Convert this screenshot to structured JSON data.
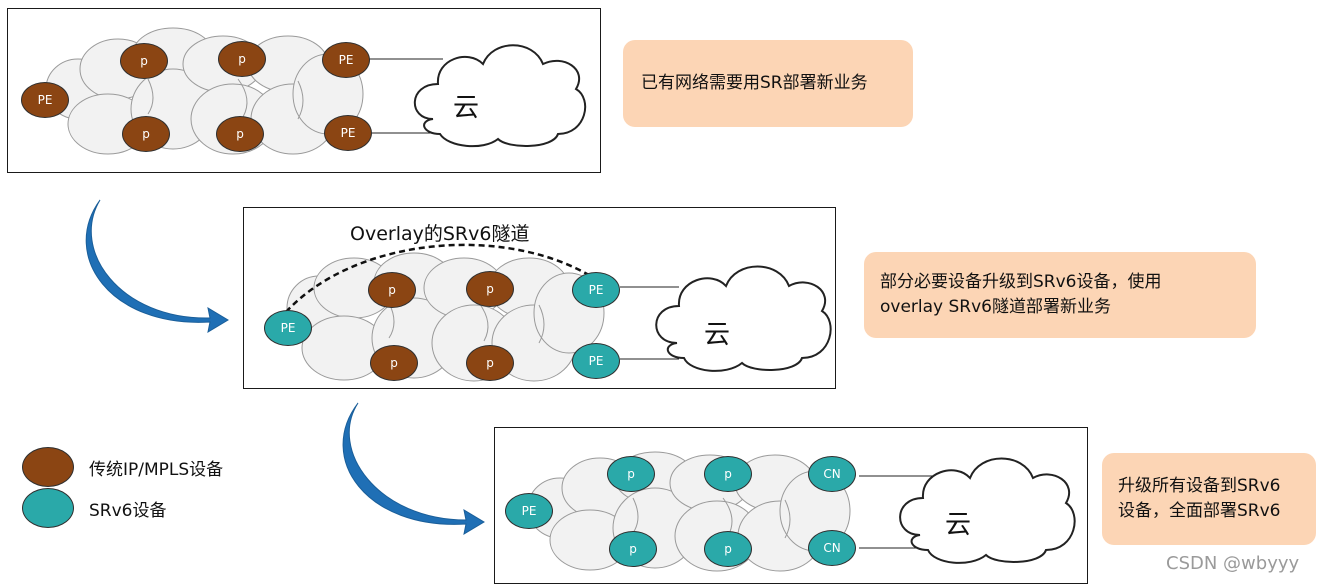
{
  "stage1": {
    "nodes": [
      "PE",
      "p",
      "p",
      "PE",
      "p",
      "p",
      "PE"
    ],
    "cloud_label": "云",
    "note": "已有网络需要用SR部署新业务"
  },
  "stage2": {
    "tunnel_label": "Overlay的SRv6隧道",
    "nodes": [
      "PE",
      "p",
      "p",
      "PE",
      "p",
      "p",
      "PE"
    ],
    "cloud_label": "云",
    "note_line1": "部分必要设备升级到SRv6设备，使用",
    "note_line2": "overlay SRv6隧道部署新业务"
  },
  "stage3": {
    "nodes": [
      "PE",
      "p",
      "p",
      "CN",
      "p",
      "p",
      "CN"
    ],
    "cloud_label": "云",
    "note_line1": "升级所有设备到SRv6",
    "note_line2": "设备，全面部署SRv6"
  },
  "legend": {
    "legacy_label": "传统IP/MPLS设备",
    "srv6_label": "SRv6设备",
    "legacy_color": "#8b4513",
    "srv6_color": "#2aa9a9"
  },
  "watermark": "CSDN @wbyyy"
}
